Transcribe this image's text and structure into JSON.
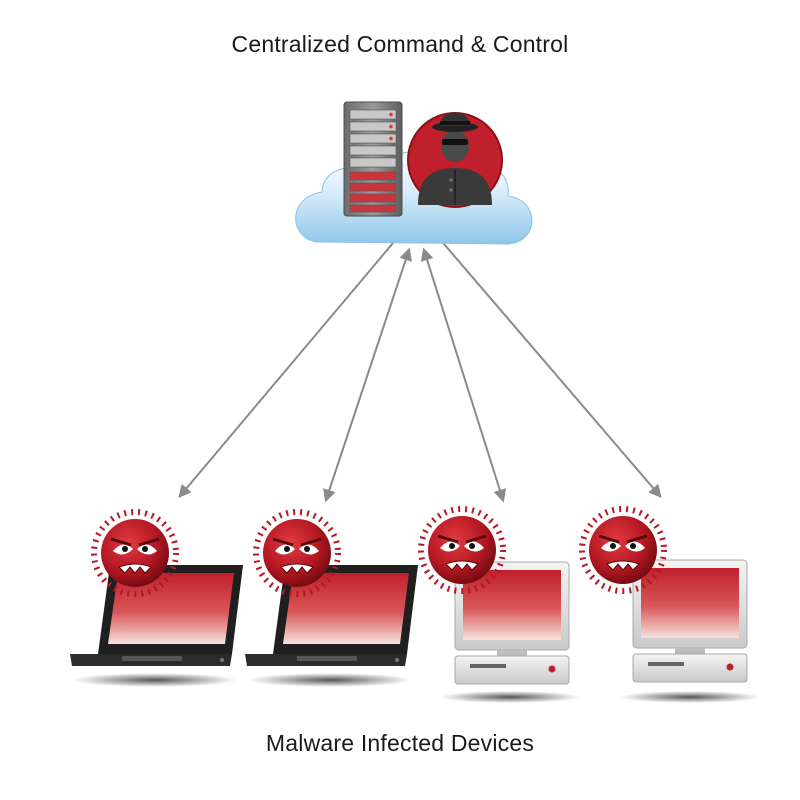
{
  "diagram": {
    "title": "Centralized Command & Control",
    "footer": "Malware Infected Devices"
  },
  "hub": {
    "cloud": "cloud-icon",
    "server": "server-rack-icon",
    "attacker": "hacker-icon"
  },
  "devices": [
    {
      "type": "laptop",
      "icon": "laptop-icon",
      "malware": "virus-icon"
    },
    {
      "type": "laptop",
      "icon": "laptop-icon",
      "malware": "virus-icon"
    },
    {
      "type": "desktop",
      "icon": "desktop-computer-icon",
      "malware": "virus-icon"
    },
    {
      "type": "desktop",
      "icon": "desktop-computer-icon",
      "malware": "virus-icon"
    }
  ],
  "colors": {
    "accent_red": "#b8202a",
    "arrow_gray": "#8a8a8a",
    "cloud_blue": "#9fd0ef"
  }
}
